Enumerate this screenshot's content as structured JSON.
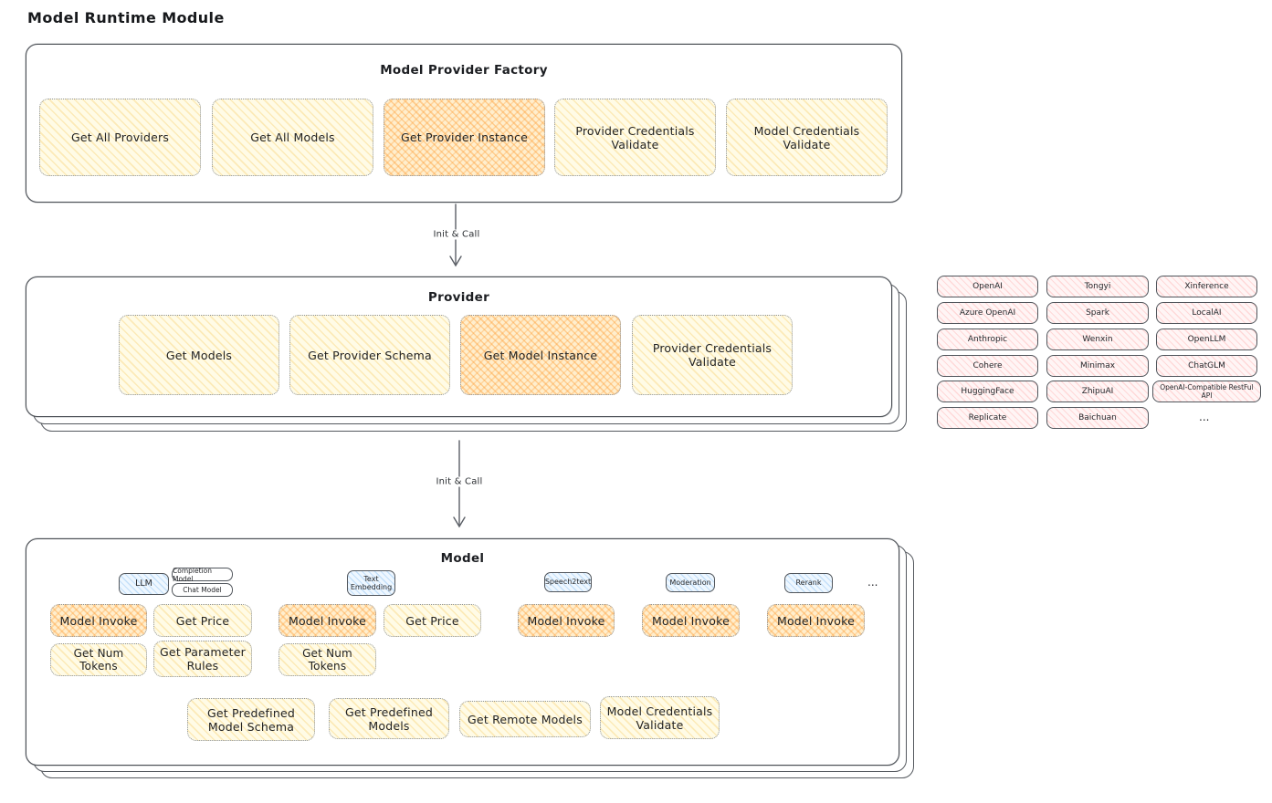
{
  "title": "Model Runtime Module",
  "colors": {
    "yellow": "#fffbe6",
    "orange": "#ffc078",
    "pink": "#ffc9c9",
    "blue": "#a5d8ff",
    "stroke": "#494d53"
  },
  "factory": {
    "title": "Model Provider Factory",
    "items": [
      "Get All Providers",
      "Get All Models",
      "Get Provider Instance",
      "Provider Credentials Validate",
      "Model Credentials Validate"
    ]
  },
  "arrows": {
    "first": "Init & Call",
    "second": "Init & Call"
  },
  "provider": {
    "title": "Provider",
    "items": [
      "Get Models",
      "Get Provider Schema",
      "Get Model Instance",
      "Provider Credentials Validate"
    ]
  },
  "providers_panel": {
    "columns": [
      [
        "OpenAI",
        "Azure OpenAI",
        "Anthropic",
        "Cohere",
        "HuggingFace",
        "Replicate"
      ],
      [
        "Tongyi",
        "Spark",
        "Wenxin",
        "Minimax",
        "ZhipuAI",
        "Baichuan"
      ],
      [
        "Xinference",
        "LocalAI",
        "OpenLLM",
        "ChatGLM",
        "OpenAI-Compatible RestFul API",
        "..."
      ]
    ]
  },
  "model": {
    "title": "Model",
    "types": {
      "llm": "LLM",
      "completion_model": "Completion Model",
      "chat_model": "Chat Model",
      "text_embedding": "Text Embedding",
      "speech2text": "Speech2text",
      "moderation": "Moderation",
      "rerank": "Rerank",
      "more": "..."
    },
    "llm_ops": [
      "Model Invoke",
      "Get Price",
      "Get Num Tokens",
      "Get Parameter Rules"
    ],
    "text_embedding_ops": [
      "Model Invoke",
      "Get Price",
      "Get Num Tokens"
    ],
    "speech2text_ops": [
      "Model Invoke"
    ],
    "moderation_ops": [
      "Model Invoke"
    ],
    "rerank_ops": [
      "Model Invoke"
    ],
    "common_ops": [
      "Get Predefined Model Schema",
      "Get Predefined Models",
      "Get Remote Models",
      "Model Credentials Validate"
    ]
  }
}
